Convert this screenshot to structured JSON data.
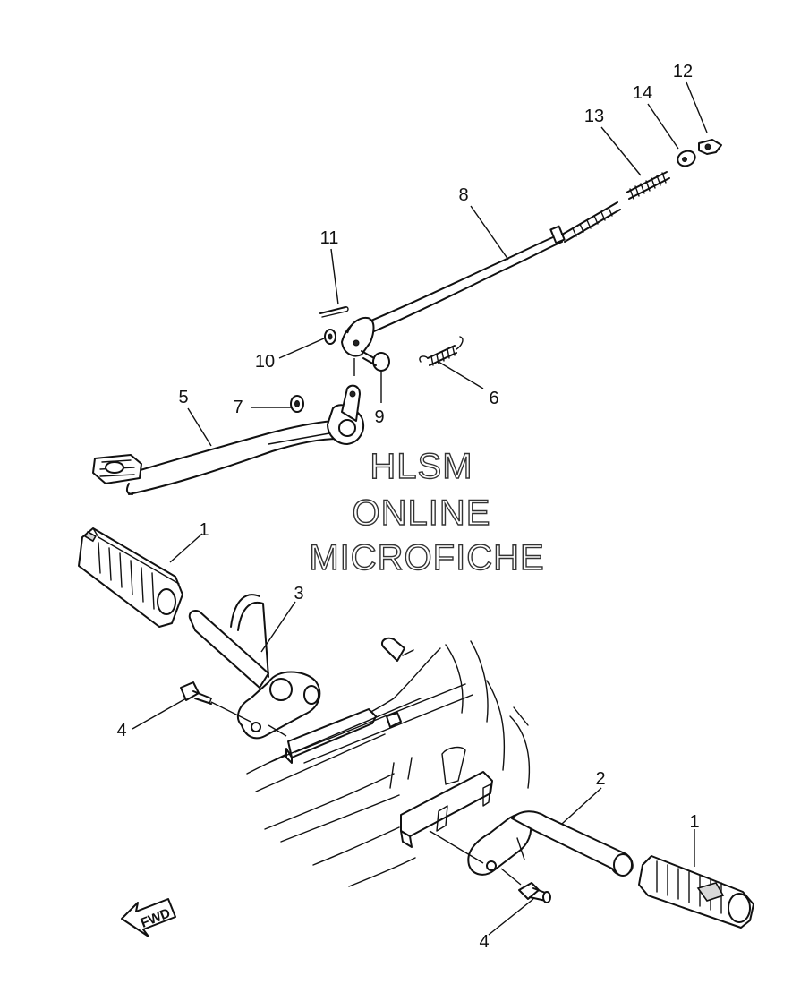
{
  "diagram": {
    "callouts": [
      {
        "id": "c12",
        "label": "12",
        "part": "end-fitting"
      },
      {
        "id": "c14",
        "label": "14",
        "part": "adjuster-nut"
      },
      {
        "id": "c13",
        "label": "13",
        "part": "cable-spring"
      },
      {
        "id": "c8",
        "label": "8",
        "part": "brake-rod"
      },
      {
        "id": "c11",
        "label": "11",
        "part": "cotter-pin"
      },
      {
        "id": "c10",
        "label": "10",
        "part": "washer"
      },
      {
        "id": "c9",
        "label": "9",
        "part": "clevis-pin"
      },
      {
        "id": "c6",
        "label": "6",
        "part": "return-spring"
      },
      {
        "id": "c7",
        "label": "7",
        "part": "washer"
      },
      {
        "id": "c5",
        "label": "5",
        "part": "brake-pedal"
      },
      {
        "id": "c1a",
        "label": "1",
        "part": "footrest-rubber-left"
      },
      {
        "id": "c3",
        "label": "3",
        "part": "footrest-bracket-left"
      },
      {
        "id": "c4a",
        "label": "4",
        "part": "bolt-left"
      },
      {
        "id": "c2",
        "label": "2",
        "part": "footrest-bracket-right"
      },
      {
        "id": "c1b",
        "label": "1",
        "part": "footrest-rubber-right"
      },
      {
        "id": "c4b",
        "label": "4",
        "part": "bolt-right"
      }
    ],
    "watermark": [
      "HLSM",
      "ONLINE",
      "MICROFICHE"
    ],
    "direction_label": "FWD"
  }
}
